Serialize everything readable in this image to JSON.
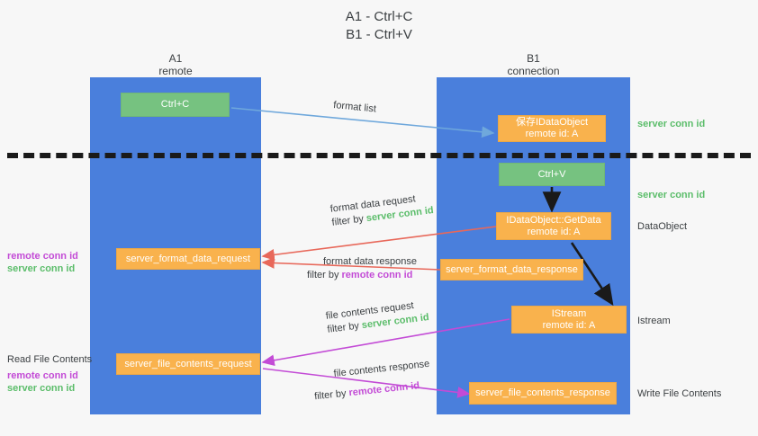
{
  "title": {
    "line1": "A1 - Ctrl+C",
    "line2": "B1 - Ctrl+V"
  },
  "lanes": [
    {
      "name": "A1",
      "sub": "remote"
    },
    {
      "name": "B1",
      "sub": "connection"
    }
  ],
  "colors": {
    "lane": "#4a7fdc",
    "green_box": "#76c280",
    "orange_box": "#f9b24d",
    "server_conn": "#5bbd6a",
    "remote_conn": "#c34bd6",
    "arrow_blue": "#6fa8dc",
    "arrow_red": "#e8685a",
    "arrow_purple": "#c34bd6",
    "arrow_black": "#1a1a1a",
    "divider": "#1a1a1a",
    "background": "#f7f7f7"
  },
  "boxes": {
    "ctrl_c": {
      "label": "Ctrl+C"
    },
    "ctrl_v": {
      "label": "Ctrl+V"
    },
    "save_idataobject": {
      "line1": "保存IDataObject",
      "line2": "remote id: A"
    },
    "getdata": {
      "line1": "IDataObject::GetData",
      "line2": "remote id: A"
    },
    "istream": {
      "line1": "IStream",
      "line2": "remote id: A"
    },
    "fmt_req": {
      "label": "server_format_data_request"
    },
    "fmt_resp": {
      "label": "server_format_data_response"
    },
    "file_req": {
      "label": "server_file_contents_request"
    },
    "file_resp": {
      "label": "server_file_contents_response"
    }
  },
  "right_labels": {
    "server_conn_1": "server conn id",
    "server_conn_2": "server conn id",
    "dataobject": "DataObject",
    "istream": "Istream",
    "write_file_contents": "Write File Contents"
  },
  "left_labels": {
    "remote_conn_1": "remote conn id",
    "server_conn_1": "server conn id",
    "read_file_contents": "Read File Contents",
    "remote_conn_2": "remote conn id",
    "server_conn_2": "server conn id"
  },
  "edge_labels": {
    "format_list": "format list",
    "format_data_request": "format data request",
    "fdr_filter_prefix": "filter by ",
    "fdr_filter_value": "server conn id",
    "format_data_response": "format data response",
    "fdresp_filter_prefix": "filter by ",
    "fdresp_filter_value": "remote conn id",
    "file_contents_request": "file contents request",
    "fcr_filter_prefix": "filter by ",
    "fcr_filter_value": "server conn id",
    "file_contents_response": "file contents response",
    "fcresp_filter_prefix": "filter by ",
    "fcresp_filter_value": "remote conn id"
  }
}
